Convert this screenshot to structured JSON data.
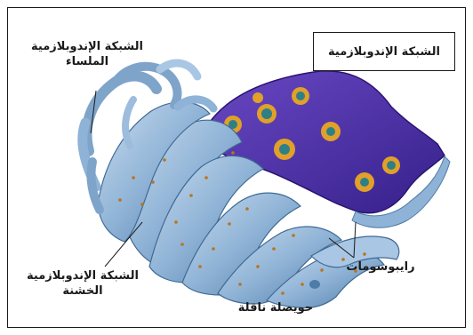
{
  "title": "الشبكة الإندوبلازمية",
  "labels": {
    "smooth_er_line1": "الشبكة الإندوبلازمية",
    "smooth_er_line2": "الملساء",
    "rough_er_line1": "الشبكة الإندوبلازمية",
    "rough_er_line2": "الخشنة",
    "ribosomes": "رايبوسومات",
    "transport_vesicle": "حويصلة ناقلة"
  },
  "colors": {
    "membrane": "#8fb3d6",
    "membrane_dark": "#4f7ba8",
    "nucleus": "#4a2aa0",
    "ribosome": "#e0a02a",
    "pore": "#2f7f86"
  }
}
